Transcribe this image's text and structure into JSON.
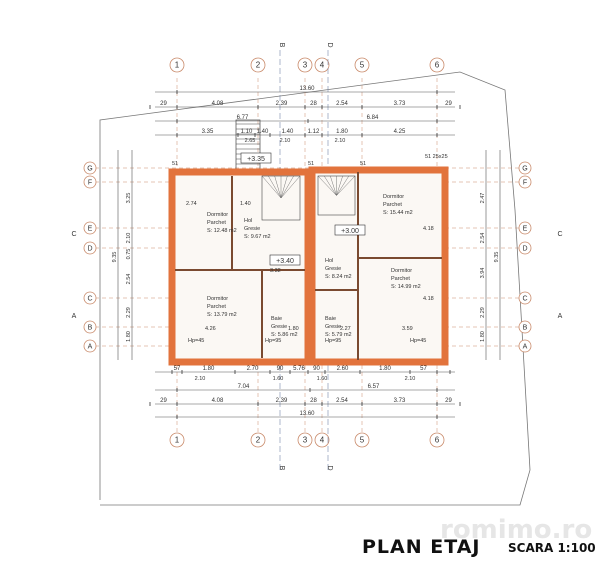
{
  "plan": {
    "title": "PLAN ETAJ",
    "scale": "SCARA 1:100",
    "watermark": "romimo.ro",
    "wall_color": "#e2733c",
    "axis_color": "#c98a6a",
    "grid_columns": [
      "1",
      "2",
      "3",
      "4",
      "5",
      "6"
    ],
    "grid_rows": [
      "G",
      "F",
      "E",
      "D",
      "C",
      "B",
      "A"
    ],
    "section_marks": [
      "B",
      "D",
      "C",
      "A"
    ],
    "levels": [
      "+3.35",
      "+3.40",
      "+3.00"
    ],
    "rooms": [
      {
        "name": "Dormitor",
        "floor": "Parchet",
        "area": "S: 12.48 m2"
      },
      {
        "name": "Hol",
        "floor": "Gresie",
        "area": "S: 9.67 m2"
      },
      {
        "name": "Dormitor",
        "floor": "Parchet",
        "area": "S: 13.79 m2"
      },
      {
        "name": "Baie",
        "floor": "Gresie",
        "area": "S: 5.86 m2"
      },
      {
        "name": "Dormitor",
        "floor": "Parchet",
        "area": "S: 15.44 m2"
      },
      {
        "name": "Hol",
        "floor": "Gresie",
        "area": "S: 8.24 m2"
      },
      {
        "name": "Dormitor",
        "floor": "Parchet",
        "area": "S: 14.99 m2"
      },
      {
        "name": "Baie",
        "floor": "Gresie",
        "area": "S: 5.79 m2"
      }
    ],
    "top_dims": {
      "total": "13.60",
      "axes": [
        "29",
        "4.08",
        "2.39",
        "28",
        "2.54",
        "3.73",
        "29"
      ],
      "halves": [
        "6.77",
        "6.84"
      ],
      "openings": [
        "3.35",
        "1.10",
        "1.40",
        "1.40",
        "1.12",
        "1.80",
        "4.25"
      ],
      "openings_sub": [
        "2.65",
        "2.10",
        "2.10"
      ]
    },
    "bottom_dims": {
      "openings": [
        "57",
        "1.80",
        "2.70",
        "90",
        "5.76",
        "90",
        "2.60",
        "1.80",
        "57"
      ],
      "openings_sub": [
        "2.10",
        "1.60",
        "1.60",
        "2.10"
      ],
      "halves": [
        "7.04",
        "6.57"
      ],
      "axes": [
        "29",
        "4.08",
        "2.39",
        "28",
        "2.54",
        "3.73",
        "29"
      ],
      "total": "13.60"
    },
    "side_dims": {
      "left": [
        "9.35",
        "3.25",
        "2.10",
        "0.75",
        "2.54",
        "2.29",
        "1.80"
      ],
      "right": [
        "9.35",
        "2.47",
        "2.54",
        "3.94",
        "2.29",
        "1.80"
      ]
    },
    "inner_labels": [
      "2.74",
      "1.40",
      "3.32",
      "4.26",
      "1.80",
      "2.27",
      "3.59",
      "4.18",
      "4.18",
      "Hp=45",
      "Hp=95",
      "Hp=95",
      "Hp=45",
      "51",
      "51",
      "51",
      "51 25x25"
    ]
  }
}
